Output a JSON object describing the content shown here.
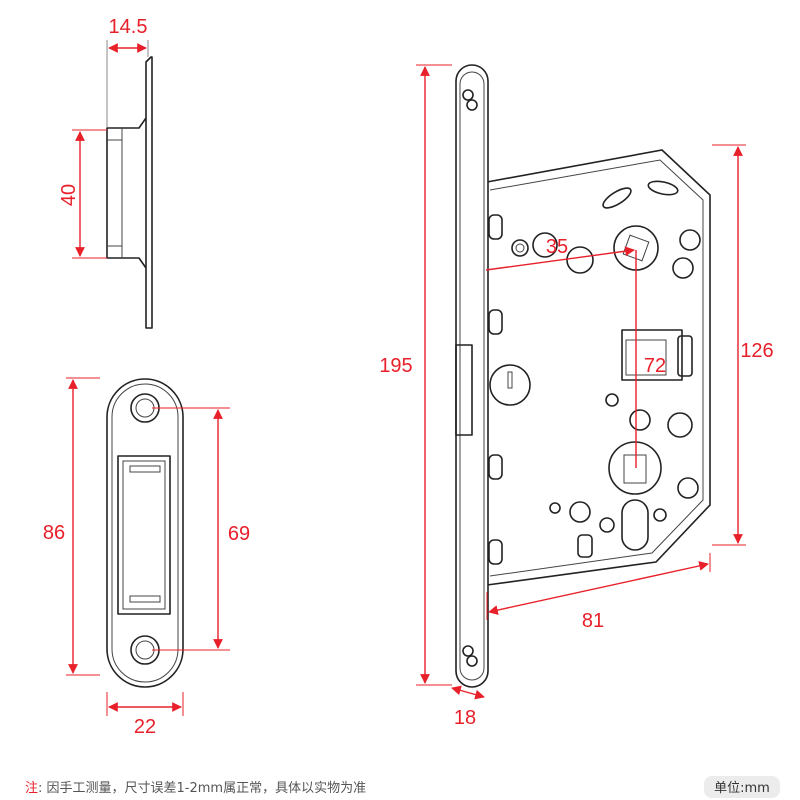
{
  "dimensions": {
    "strike_depth": "14.5",
    "strike_box_height": "40",
    "strike_plate_length": "86",
    "strike_hole_spacing": "69",
    "strike_plate_width": "22",
    "faceplate_length": "195",
    "backset": "35",
    "center_distance": "72",
    "case_height": "126",
    "case_depth": "81",
    "faceplate_width": "18"
  },
  "footer": {
    "note_prefix": "注",
    "note_text": ": 因手工测量，尺寸误差1-2mm属正常，具体以实物为准",
    "unit": "单位:mm"
  },
  "colors": {
    "dimension": "#e8202a",
    "outline": "#222222"
  }
}
